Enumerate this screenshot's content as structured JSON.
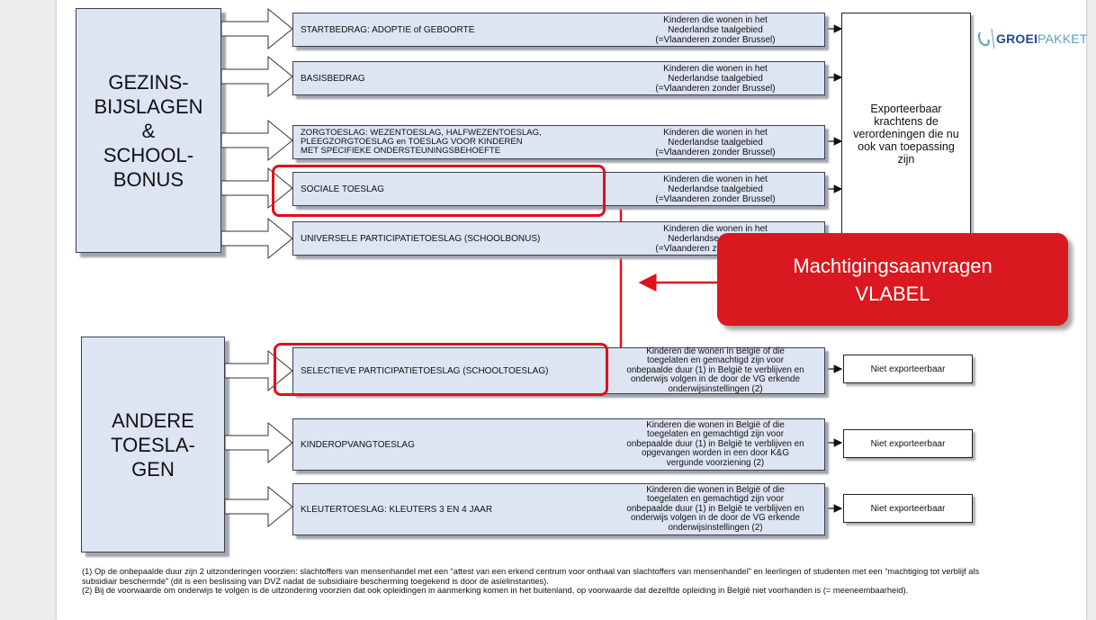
{
  "logo": {
    "part1": "GROEI",
    "part2": "PAKKET",
    "colors": {
      "part1": "#234a8c",
      "part2": "#5aa0b8"
    }
  },
  "groups": {
    "gezins": "GEZINS-\nBIJSLAGEN\n&\nSCHOOL-\nBONUS",
    "andere": "ANDERE\nTOESLA-\nGEN"
  },
  "rows": [
    {
      "label": "STARTBEDRAG: ADOPTIE  of GEBOORTE",
      "condition": "Kinderen die wonen in het\nNederlandse taalgebied\n(=Vlaanderen zonder Brussel)"
    },
    {
      "label": "BASISBEDRAG",
      "condition": "Kinderen die wonen in het\nNederlandse taalgebied\n(=Vlaanderen zonder Brussel)"
    },
    {
      "label": "ZORGTOESLAG: WEZENTOESLAG, HALFWEZENTOESLAG,\nPLEEGZORGTOESLAG  en TOESLAG VOOR KINDEREN\nMET SPECIFIEKE ONDERSTEUNINGSBEHOEFTE",
      "condition": "Kinderen die wonen in het\nNederlandse taalgebied\n(=Vlaanderen zonder Brussel)"
    },
    {
      "label": "SOCIALE TOESLAG",
      "condition": "Kinderen die wonen in het\nNederlandse taalgebied\n(=Vlaanderen zonder Brussel)"
    },
    {
      "label": "UNIVERSELE PARTICIPATIETOESLAG (SCHOOLBONUS)",
      "condition": "Kinderen die wonen in het\nNederlandse taalgebied\n(=Vlaanderen zonder Brussel)"
    },
    {
      "label": "SELECTIEVE PARTICIPATIETOESLAG (SCHOOLTOESLAG)",
      "condition": "Kinderen die wonen in België of die\ntoegelaten en gemachtigd zijn voor\nonbepaalde duur (1) in België te verblijven en\nonderwijs volgen in de door de VG erkende\nonderwijsinstellingen (2)"
    },
    {
      "label": "KINDEROPVANGTOESLAG",
      "condition": "Kinderen die wonen in België of die\ntoegelaten en gemachtigd zijn voor\nonbepaalde duur (1) in België te verblijven en\nopgevangen worden in een door K&G\nvergunde voorziening (2)"
    },
    {
      "label": "KLEUTERTOESLAG: KLEUTERS 3 EN 4 JAAR",
      "condition": "Kinderen die wonen in België of die\ntoegelaten en gemachtigd zijn voor\nonbepaalde duur (1) in België te verblijven en\nonderwijs volgen in de door de VG erkende\nonderwijsinstellingen (2)"
    }
  ],
  "export_box": "Exporteerbaar\nkrachtens de\nverordeningen die nu\nook van toepassing\nzijn",
  "not_exportable": "Niet exporteerbaar",
  "callout": {
    "line1": "Machtigingsaanvragen",
    "line2": "VLABEL",
    "color": "#d9181f"
  },
  "notes": [
    "(1) Op de onbepaalde duur zijn 2 uitzonderingen voorzien: slachtoffers van mensenhandel met een “attest van een erkend centrum voor onthaal van slachtoffers van mensenhandel” en leerlingen of studenten met een “machtiging tot verblijf als subsidiair beschermde” (dit is een beslissing van DVZ nadat de subsidiaire bescherming toegekend is door de asielinstanties).",
    "(2) Bij de voorwaarde om onderwijs te volgen is de uitzondering voorzien dat ook opleidingen in aanmerking komen in het buitenland, op voorwaarde dat dezelfde opleiding in België niet voorhanden is (= meeneembaarheid)."
  ]
}
